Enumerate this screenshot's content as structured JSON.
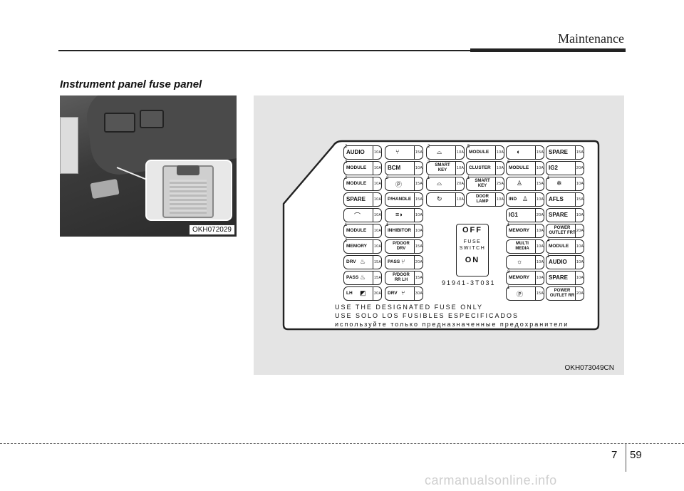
{
  "header": {
    "title": "Maintenance"
  },
  "section": {
    "title": "Instrument panel fuse panel"
  },
  "photo": {
    "code": "OKH072029"
  },
  "diagram": {
    "code": "OKH073049CN",
    "switch": {
      "off": "OFF",
      "middle_1": "FUSE",
      "middle_2": "SWITCH",
      "on": "ON"
    },
    "part_number": "91941-3T031",
    "warnings": [
      "USE THE DESIGNATED FUSE ONLY",
      "USE SOLO LOS FUSIBLES ESPECIFICADOS",
      "используйте только предназначенные предохранители"
    ],
    "columns": [
      [
        {
          "num": "2",
          "label": "AUDIO",
          "amp": "10A",
          "big": true
        },
        {
          "num": "3",
          "label": "MODULE",
          "amp": "10A"
        },
        {
          "num": "2",
          "label": "MODULE",
          "amp": "10A"
        },
        {
          "num": "",
          "label": "SPARE",
          "amp": "10A",
          "big": true
        },
        {
          "num": "",
          "label": "",
          "icon": "wiper-icon",
          "glyph": "⌒",
          "amp": "10A"
        },
        {
          "num": "1",
          "label": "MODULE",
          "amp": "10A"
        },
        {
          "num": "2",
          "label": "MEMORY",
          "amp": "10A"
        },
        {
          "num": "",
          "label": "DRV",
          "icon": "seat-heater-icon",
          "glyph": "♨",
          "amp": "15A"
        },
        {
          "num": "",
          "label": "PASS",
          "icon": "seat-heater-icon",
          "glyph": "♨",
          "amp": "15A"
        },
        {
          "num": "",
          "label": "LH",
          "icon": "power-window-icon",
          "glyph": "◩",
          "amp": "30A"
        }
      ],
      [
        {
          "num": "",
          "label": "",
          "icon": "seat-icon",
          "glyph": "⑂",
          "amp": "15A"
        },
        {
          "num": "",
          "label": "BCM",
          "amp": "10A",
          "big": true
        },
        {
          "num": "2",
          "label": "",
          "icon": "parking-icon",
          "glyph": "Ⓟ",
          "amp": "15A"
        },
        {
          "num": "",
          "label": "P/HANDLE",
          "amp": "15A"
        },
        {
          "num": "",
          "label": "",
          "icon": "headlamp-icon",
          "glyph": "≡◗",
          "amp": "10A"
        },
        {
          "num": "1",
          "label": "INHIBITOR",
          "amp": "10A"
        },
        {
          "num": "",
          "label": "P/DOOR\nDRV",
          "amp": "15A",
          "two": true
        },
        {
          "num": "",
          "label": "PASS",
          "icon": "seat-icon",
          "glyph": "⑂",
          "amp": "20A"
        },
        {
          "num": "",
          "label": "P/DOOR\nRR LH",
          "amp": "15A",
          "two": true
        },
        {
          "num": "",
          "label": "DRV",
          "icon": "seat-icon",
          "glyph": "⑂",
          "amp": "30A"
        }
      ],
      [
        {
          "num": "2",
          "label": "",
          "icon": "car-icon",
          "glyph": "⌓",
          "amp": "10A"
        },
        {
          "num": "2",
          "label": "SMART\nKEY",
          "amp": "10A",
          "two": true
        },
        {
          "num": "1",
          "label": "",
          "icon": "car-icon",
          "glyph": "⌓",
          "amp": "20A"
        },
        {
          "num": "",
          "label": "",
          "icon": "rotate-icon",
          "glyph": "↻",
          "amp": "10A"
        }
      ],
      [
        {
          "num": "5",
          "label": "MODULE",
          "amp": "10A"
        },
        {
          "num": "",
          "label": "CLUSTER",
          "amp": "10A"
        },
        {
          "num": "1",
          "label": "SMART\nKEY",
          "amp": "25A",
          "two": true
        },
        {
          "num": "",
          "label": "DOOR\nLAMP",
          "amp": "10A",
          "two": true
        }
      ],
      [
        {
          "num": "",
          "label": "",
          "icon": "heated-mirror-icon",
          "glyph": "◐",
          "amp": "15A"
        },
        {
          "num": "6",
          "label": "MODULE",
          "amp": "10A"
        },
        {
          "num": "",
          "label": "",
          "icon": "airbag-icon",
          "glyph": "♙",
          "amp": "15A"
        },
        {
          "num": "",
          "label": "IND",
          "icon": "airbag-icon",
          "glyph": "♙",
          "amp": "10A"
        },
        {
          "num": "",
          "label": "IG1",
          "amp": "20A",
          "big": true
        },
        {
          "num": "1",
          "label": "MEMORY",
          "amp": "10A"
        },
        {
          "num": "",
          "label": "MULTI\nMEDIA",
          "amp": "10A",
          "two": true
        },
        {
          "num": "",
          "label": "",
          "icon": "room-lamp-icon",
          "glyph": "☼",
          "amp": "10A"
        },
        {
          "num": "3",
          "label": "MEMORY",
          "amp": "10A"
        },
        {
          "num": "1",
          "label": "",
          "icon": "parking-icon",
          "glyph": "Ⓟ",
          "amp": "15A"
        }
      ],
      [
        {
          "num": "",
          "label": "SPARE",
          "amp": "15A",
          "big": true
        },
        {
          "num": "",
          "label": "IG2",
          "amp": "20A",
          "big": true
        },
        {
          "num": "1",
          "label": "",
          "icon": "ac-icon",
          "glyph": "❄",
          "amp": "10A"
        },
        {
          "num": "",
          "label": "AFLS",
          "amp": "15A",
          "big": true
        },
        {
          "num": "",
          "label": "SPARE",
          "amp": "10A",
          "big": true
        },
        {
          "num": "",
          "label": "POWER\nOUTLET FRT",
          "amp": "20A",
          "two": true
        },
        {
          "num": "4",
          "label": "MODULE",
          "amp": "10A"
        },
        {
          "num": "1",
          "label": "AUDIO",
          "amp": "10A",
          "big": true
        },
        {
          "num": "",
          "label": "SPARE",
          "amp": "10A",
          "big": true
        },
        {
          "num": "",
          "label": "POWER\nOUTLET RR",
          "amp": "20A",
          "two": true
        }
      ]
    ]
  },
  "footer": {
    "chapter": "7",
    "page": "59",
    "watermark": "carmanualsonline.info"
  }
}
